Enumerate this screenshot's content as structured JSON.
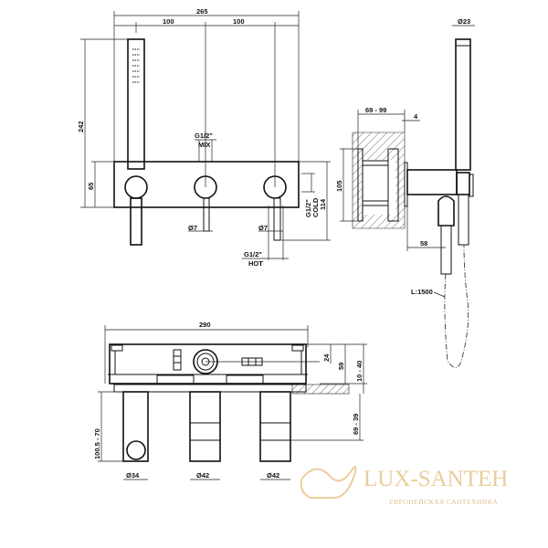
{
  "front_view": {
    "overall_width": "265",
    "spacing_1": "100",
    "spacing_2": "100",
    "height_total": "242",
    "panel_height": "65",
    "mix_label_1": "G1/2\"",
    "mix_label_2": "MIX",
    "cold_label_1": "G1/2\"",
    "cold_label_2": "COLD",
    "hot_label_1": "G1/2\"",
    "hot_label_2": "HOT",
    "pin_dia_1": "Ø7",
    "pin_dia_2": "Ø7",
    "height_114": "114"
  },
  "side_view": {
    "wall_depth": "69 - 99",
    "plate_thickness": "4",
    "box_height": "105",
    "projection": "58",
    "shower_dia": "Ø23",
    "hose_length": "L:1500"
  },
  "top_view": {
    "overall_width": "290",
    "dim_24": "24",
    "dim_59": "59",
    "dim_10_40": "10 - 40",
    "dim_69_39": "69 - 39",
    "dim_100_70": "100.5 - 70",
    "dia_34": "Ø34",
    "dia_42a": "Ø42",
    "dia_42b": "Ø42"
  },
  "watermark": {
    "brand": "LUX-SANTEH",
    "tagline": "ЕВРОПЕЙСКАЯ САНТЕХНИКА"
  }
}
